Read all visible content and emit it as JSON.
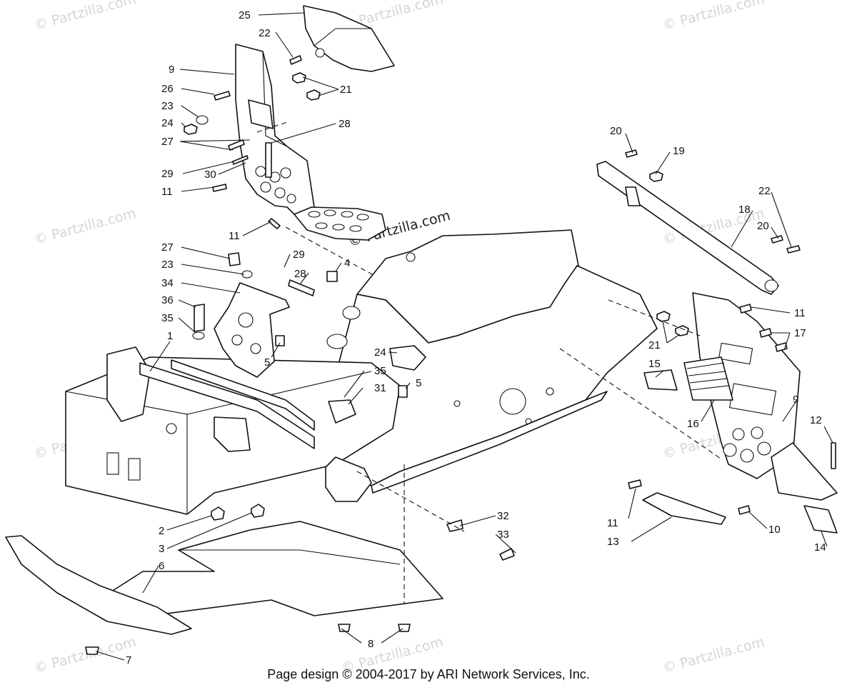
{
  "watermark": "© Partzilla.com",
  "footer": "Page design © 2004-2017 by ARI Network Services, Inc.",
  "callouts": [
    {
      "id": "c25",
      "label": "25"
    },
    {
      "id": "c22a",
      "label": "22"
    },
    {
      "id": "c9a",
      "label": "9"
    },
    {
      "id": "c26",
      "label": "26"
    },
    {
      "id": "c21a",
      "label": "21"
    },
    {
      "id": "c23a",
      "label": "23"
    },
    {
      "id": "c24a",
      "label": "24"
    },
    {
      "id": "c27a",
      "label": "27"
    },
    {
      "id": "c28a",
      "label": "28"
    },
    {
      "id": "c29a",
      "label": "29"
    },
    {
      "id": "c30",
      "label": "30"
    },
    {
      "id": "c11a",
      "label": "11"
    },
    {
      "id": "c11b",
      "label": "11"
    },
    {
      "id": "c27b",
      "label": "27"
    },
    {
      "id": "c23b",
      "label": "23"
    },
    {
      "id": "c29b",
      "label": "29"
    },
    {
      "id": "c28b",
      "label": "28"
    },
    {
      "id": "c4",
      "label": "4"
    },
    {
      "id": "c34",
      "label": "34"
    },
    {
      "id": "c36",
      "label": "36"
    },
    {
      "id": "c35a",
      "label": "35"
    },
    {
      "id": "c1",
      "label": "1"
    },
    {
      "id": "c5a",
      "label": "5"
    },
    {
      "id": "c24b",
      "label": "24"
    },
    {
      "id": "c35b",
      "label": "35"
    },
    {
      "id": "c31",
      "label": "31"
    },
    {
      "id": "c5b",
      "label": "5"
    },
    {
      "id": "c2",
      "label": "2"
    },
    {
      "id": "c3",
      "label": "3"
    },
    {
      "id": "c6",
      "label": "6"
    },
    {
      "id": "c7",
      "label": "7"
    },
    {
      "id": "c8",
      "label": "8"
    },
    {
      "id": "c32",
      "label": "32"
    },
    {
      "id": "c33",
      "label": "33"
    },
    {
      "id": "c20a",
      "label": "20"
    },
    {
      "id": "c19",
      "label": "19"
    },
    {
      "id": "c22b",
      "label": "22"
    },
    {
      "id": "c18",
      "label": "18"
    },
    {
      "id": "c20b",
      "label": "20"
    },
    {
      "id": "c11c",
      "label": "11"
    },
    {
      "id": "c17",
      "label": "17"
    },
    {
      "id": "c21b",
      "label": "21"
    },
    {
      "id": "c15",
      "label": "15"
    },
    {
      "id": "c16",
      "label": "16"
    },
    {
      "id": "c9b",
      "label": "9"
    },
    {
      "id": "c12",
      "label": "12"
    },
    {
      "id": "c11d",
      "label": "11"
    },
    {
      "id": "c13",
      "label": "13"
    },
    {
      "id": "c10",
      "label": "10"
    },
    {
      "id": "c14",
      "label": "14"
    }
  ]
}
